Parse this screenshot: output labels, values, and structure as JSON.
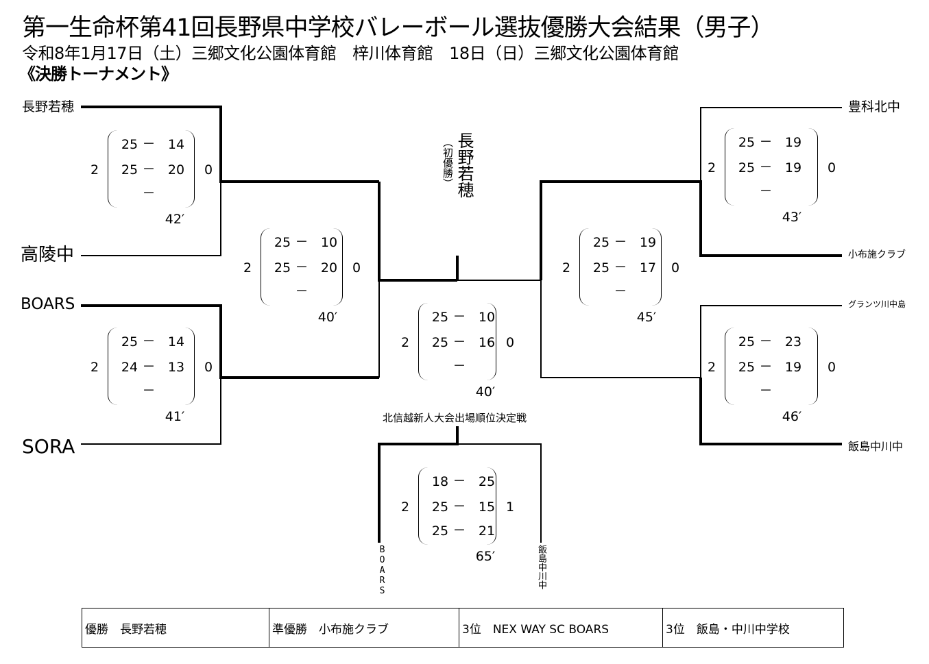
{
  "header": {
    "title": "第一生命杯第41回長野県中学校バレーボール選抜優勝大会結果（男子）",
    "subtitle": "令和8年1月17日（土）三郷文化公園体育館　梓川体育館　18日（日）三郷文化公園体育館",
    "section": "《決勝トーナメント》"
  },
  "teams": {
    "left": [
      "長野若穂",
      "高陵中",
      "BOARS",
      "SORA"
    ],
    "right": [
      "豊科北中",
      "小布施クラブ",
      "グランツ川中島",
      "飯島中川中"
    ]
  },
  "champion": {
    "name": "長野若穂",
    "note": "（初優勝）"
  },
  "third_place_match": {
    "title": "北信越新人大会出場順位決定戦",
    "left_team": "BOARS",
    "right_team": "飯島中川中"
  },
  "matches": [
    {
      "id": "L1",
      "sets": [
        [
          "25",
          "14"
        ],
        [
          "25",
          "20"
        ],
        [
          "",
          ""
        ]
      ],
      "won": [
        "2",
        "0"
      ],
      "time": "42′"
    },
    {
      "id": "L2",
      "sets": [
        [
          "25",
          "14"
        ],
        [
          "24",
          "13"
        ],
        [
          "",
          ""
        ]
      ],
      "won": [
        "2",
        "0"
      ],
      "time": "41′"
    },
    {
      "id": "LS",
      "sets": [
        [
          "25",
          "10"
        ],
        [
          "25",
          "20"
        ],
        [
          "",
          ""
        ]
      ],
      "won": [
        "2",
        "0"
      ],
      "time": "40′"
    },
    {
      "id": "F",
      "sets": [
        [
          "25",
          "10"
        ],
        [
          "25",
          "16"
        ],
        [
          "",
          ""
        ]
      ],
      "won": [
        "2",
        "0"
      ],
      "time": "40′"
    },
    {
      "id": "RS",
      "sets": [
        [
          "25",
          "19"
        ],
        [
          "25",
          "17"
        ],
        [
          "",
          ""
        ]
      ],
      "won": [
        "2",
        "0"
      ],
      "time": "45′"
    },
    {
      "id": "R1",
      "sets": [
        [
          "25",
          "19"
        ],
        [
          "25",
          "19"
        ],
        [
          "",
          ""
        ]
      ],
      "won": [
        "2",
        "0"
      ],
      "time": "43′"
    },
    {
      "id": "R2",
      "sets": [
        [
          "25",
          "23"
        ],
        [
          "25",
          "19"
        ],
        [
          "",
          ""
        ]
      ],
      "won": [
        "2",
        "0"
      ],
      "time": "46′"
    },
    {
      "id": "T3",
      "sets": [
        [
          "18",
          "25"
        ],
        [
          "25",
          "15"
        ],
        [
          "25",
          "21"
        ]
      ],
      "won": [
        "2",
        "1"
      ],
      "time": "65′"
    }
  ],
  "dash": "－",
  "results": [
    "優勝　長野若穂",
    "準優勝　小布施クラブ",
    "3位　NEX WAY SC BOARS",
    "3位　飯島・中川中学校"
  ]
}
